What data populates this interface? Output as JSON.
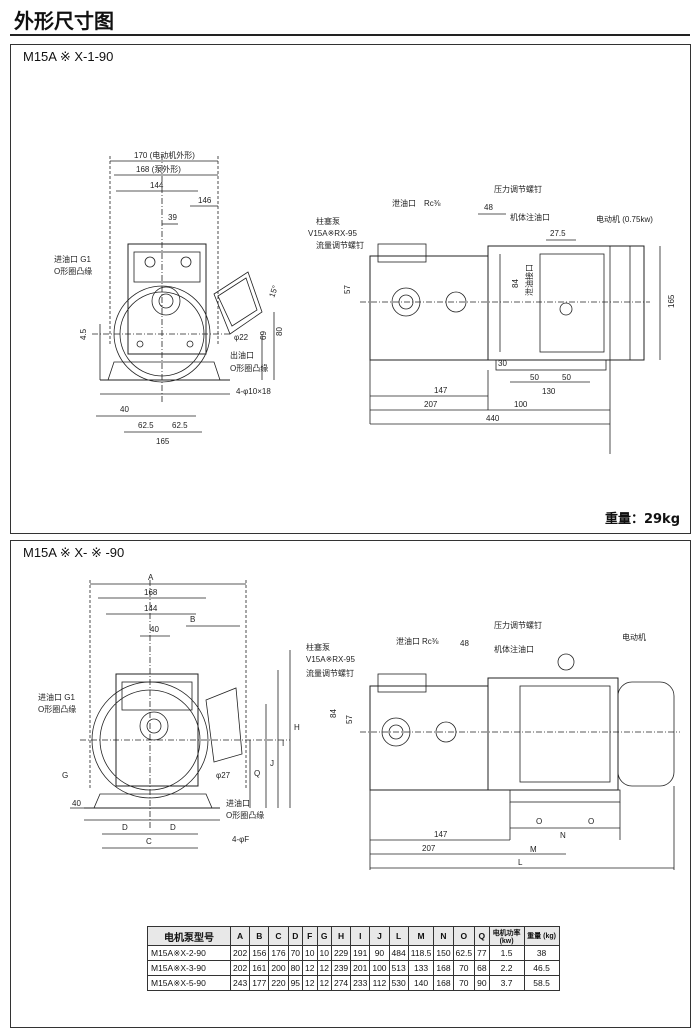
{
  "title": "外形尺寸图",
  "top_panel": {
    "label": "M15A ※ X-1-90",
    "weight": "重量：29kg",
    "front_dims": {
      "d170": "170 (电动机外形)",
      "d168": "168 (泵外形)",
      "d144": "144",
      "d146": "146",
      "d39": "39",
      "inlet": "进油口  G1",
      "oring": "O形圈凸缘",
      "outlet": "出油口",
      "oring2": "O形圈凸缘",
      "d45": "4.5",
      "d40": "40",
      "d625a": "62.5",
      "d625b": "62.5",
      "d165": "165",
      "phi22": "φ22",
      "d69": "69",
      "d80": "80",
      "d15": "15°",
      "holes": "4-φ10×18"
    },
    "side_dims": {
      "drain": "泄油口",
      "rc": "Rc⅜",
      "pressure_screw": "压力调节螺钉",
      "d48": "48",
      "plug_pump": "柱塞泵",
      "model": "V15A※RX-95",
      "flow_screw": "流量调节螺钉",
      "fill_port": "机体注油口",
      "motor": "电动机 (0.75kw)",
      "d275": "27.5",
      "d57": "57",
      "d84": "84",
      "drain_conn": "泄油接口",
      "d165": "165",
      "d30": "30",
      "d50a": "50",
      "d50b": "50",
      "d130": "130",
      "d147": "147",
      "d207": "207",
      "d100": "100",
      "d440": "440"
    }
  },
  "bottom_panel": {
    "label": "M15A ※ X- ※ -90",
    "front_dims": {
      "A": "A",
      "d168": "168",
      "d144": "144",
      "B": "B",
      "d40top": "40",
      "inlet": "进油口  G1",
      "oring": "O形圈凸缘",
      "G": "G",
      "d40": "40",
      "D1": "D",
      "D2": "D",
      "C": "C",
      "outlet": "进油口",
      "oring2": "O形圈凸缘",
      "holes": "4-φF",
      "phi27": "φ27",
      "Q": "Q",
      "J": "J",
      "I": "I",
      "H": "H"
    },
    "side_dims": {
      "drain": "泄油口",
      "rc": "Rc⅜",
      "pressure_screw": "压力调节螺钉",
      "d48": "48",
      "plug_pump": "柱塞泵",
      "model": "V15A※RX-95",
      "flow_screw": "流量调节螺钉",
      "fill_port": "机体注油口",
      "motor": "电动机",
      "d84": "84",
      "d57": "57",
      "O1": "O",
      "O2": "O",
      "N": "N",
      "M": "M",
      "d147": "147",
      "d207": "207",
      "L": "L"
    }
  },
  "table": {
    "headers": [
      "电机泵型号",
      "A",
      "B",
      "C",
      "D",
      "F",
      "G",
      "H",
      "I",
      "J",
      "L",
      "M",
      "N",
      "O",
      "Q",
      "电机功率 (kw)",
      "重量 (kg)"
    ],
    "rows": [
      [
        "M15A※X-2-90",
        "202",
        "156",
        "176",
        "70",
        "10",
        "10",
        "229",
        "191",
        "90",
        "484",
        "118.5",
        "150",
        "62.5",
        "77",
        "1.5",
        "38"
      ],
      [
        "M15A※X-3-90",
        "202",
        "161",
        "200",
        "80",
        "12",
        "12",
        "239",
        "201",
        "100",
        "513",
        "133",
        "168",
        "70",
        "68",
        "2.2",
        "46.5"
      ],
      [
        "M15A※X-5-90",
        "243",
        "177",
        "220",
        "95",
        "12",
        "12",
        "274",
        "233",
        "112",
        "530",
        "140",
        "168",
        "70",
        "90",
        "3.7",
        "58.5"
      ]
    ]
  }
}
